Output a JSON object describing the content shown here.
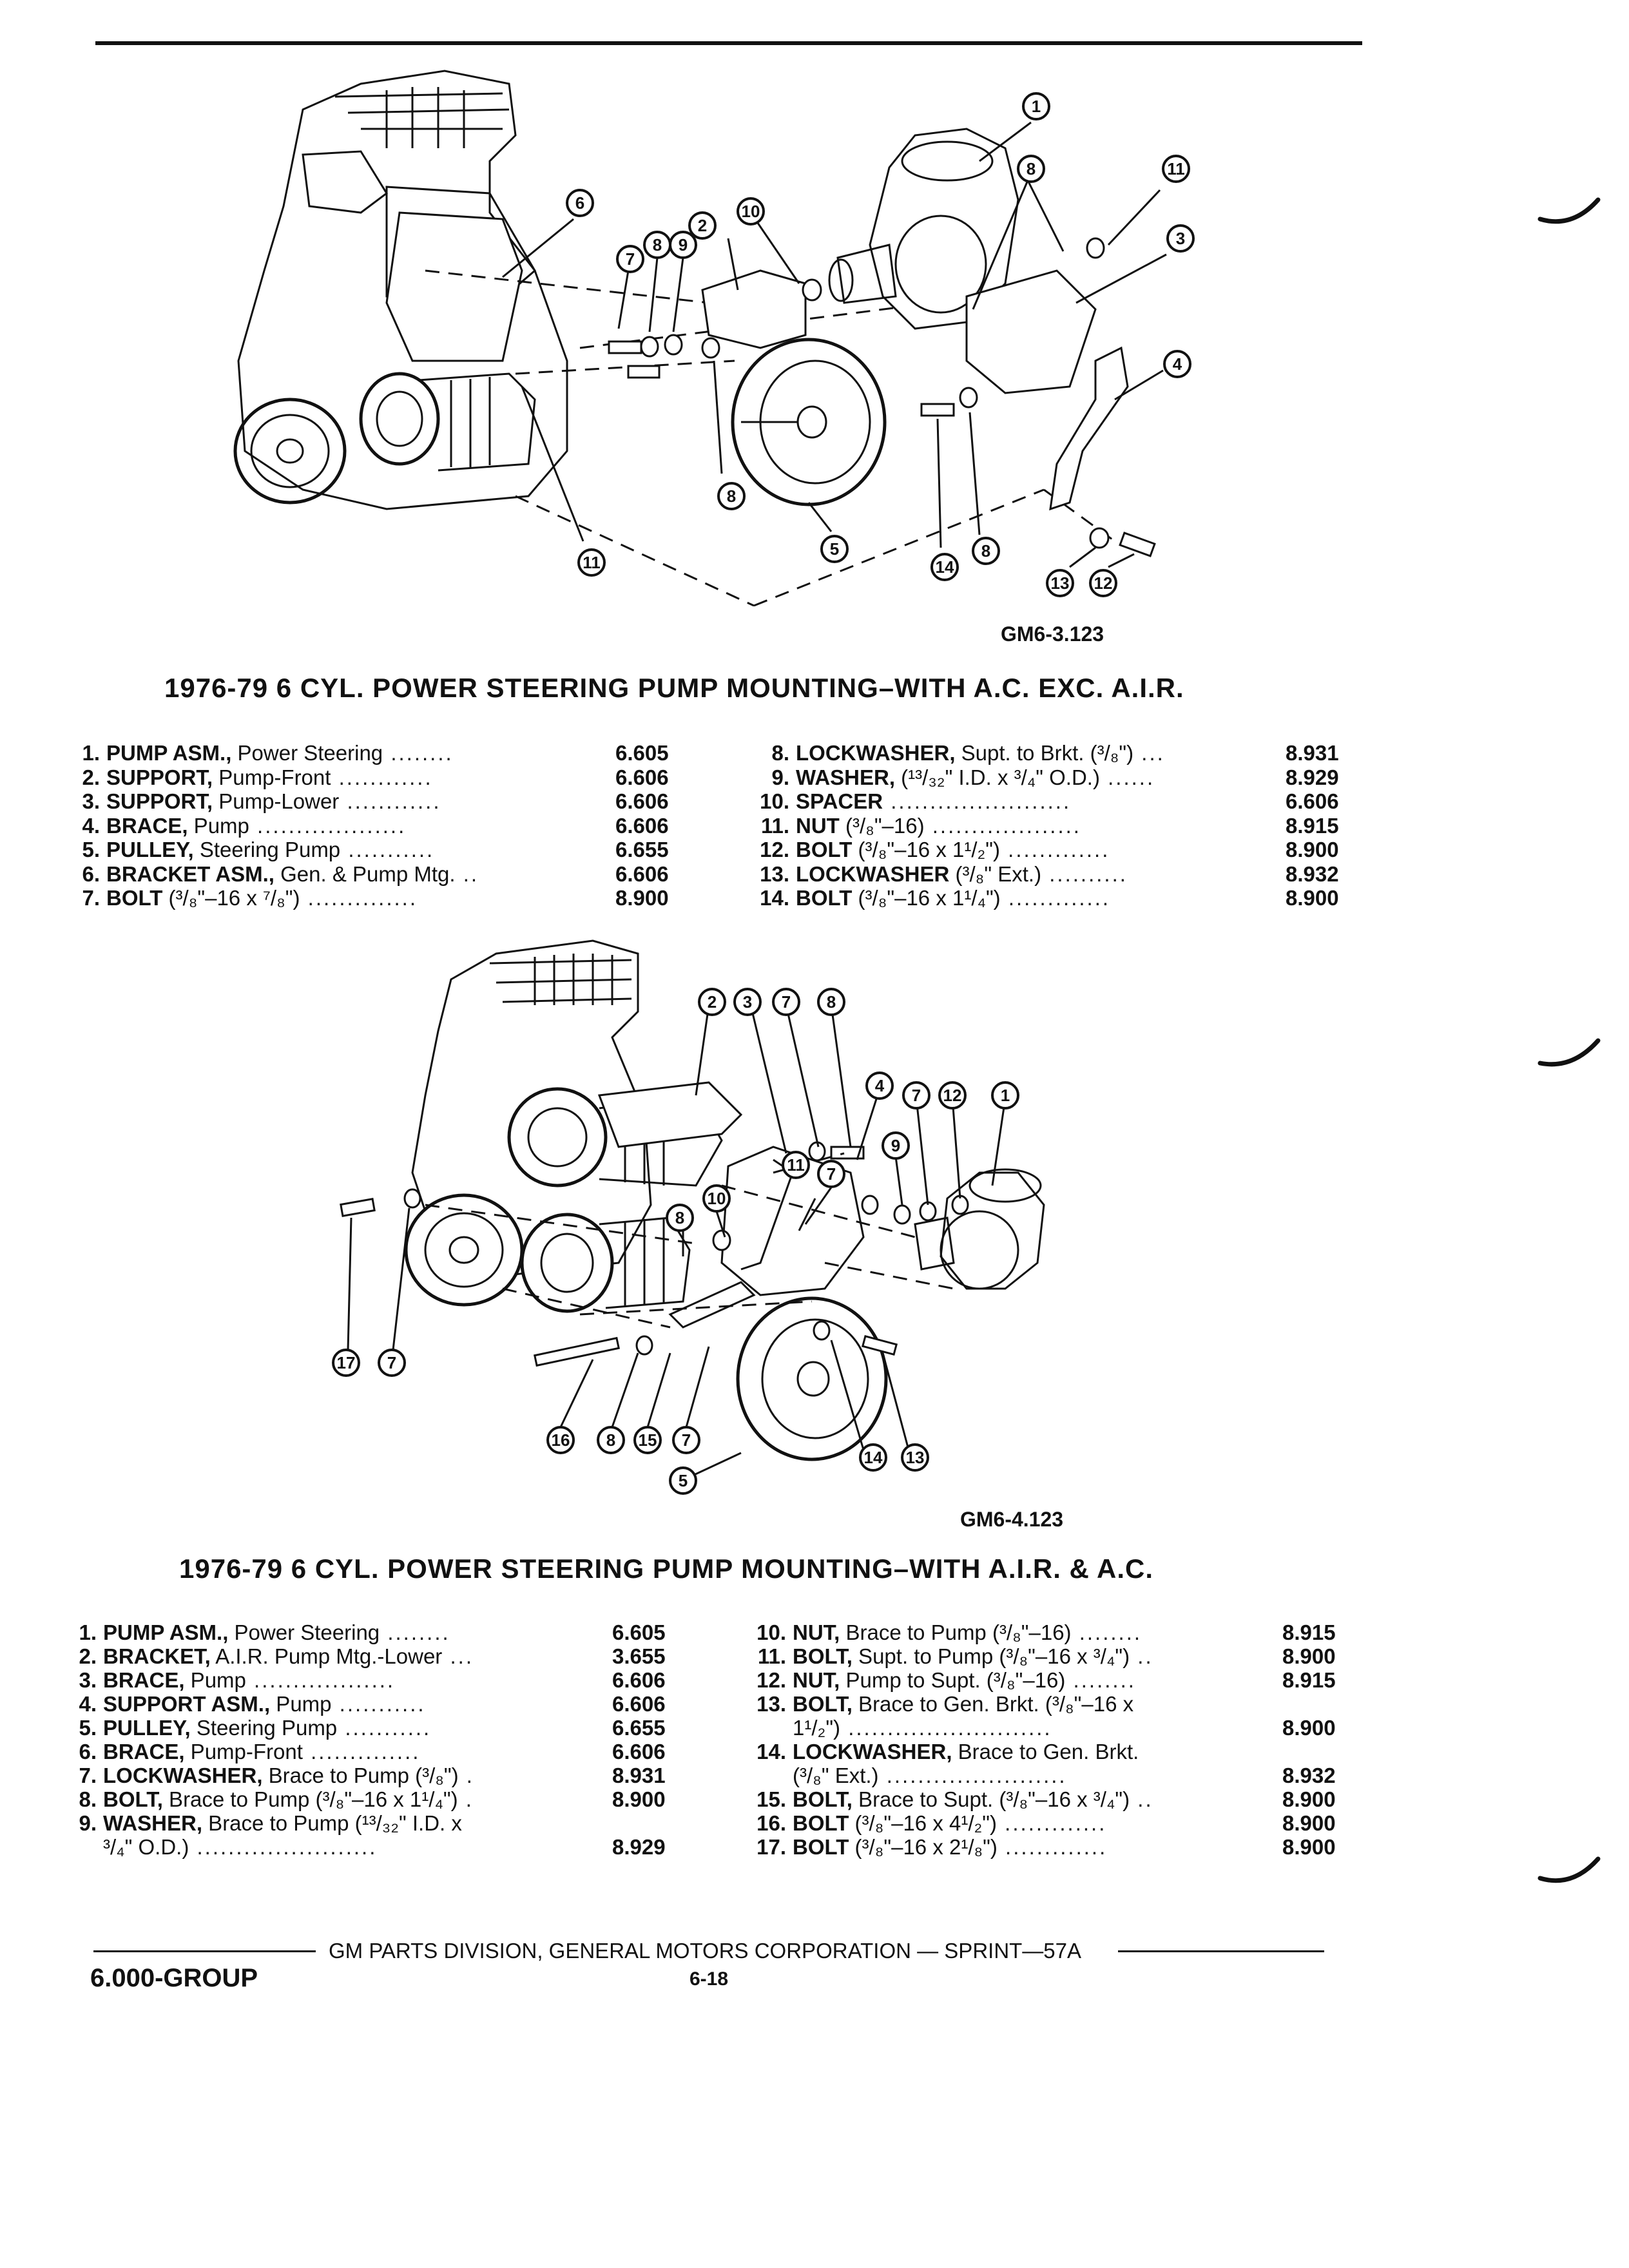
{
  "figure1": {
    "code": "GM6-3.123",
    "caption": "1976-79 6 CYL. POWER STEERING PUMP MOUNTING–WITH A.C. EXC. A.I.R.",
    "callouts": [
      "1",
      "8",
      "11",
      "6",
      "3",
      "2",
      "10",
      "7",
      "8",
      "9",
      "4",
      "8",
      "11",
      "5",
      "14",
      "8",
      "13",
      "12"
    ],
    "parts_left": [
      {
        "num": "1.",
        "bold": "PUMP ASM.,",
        "rest": " Power Steering",
        "dots": " ........",
        "group": "6.605"
      },
      {
        "num": "2.",
        "bold": "SUPPORT,",
        "rest": " Pump-Front",
        "dots": " ............",
        "group": "6.606"
      },
      {
        "num": "3.",
        "bold": "SUPPORT,",
        "rest": " Pump-Lower",
        "dots": " ............",
        "group": "6.606"
      },
      {
        "num": "4.",
        "bold": "BRACE,",
        "rest": " Pump",
        "dots": " ...................",
        "group": "6.606"
      },
      {
        "num": "5.",
        "bold": "PULLEY,",
        "rest": " Steering Pump",
        "dots": " ...........",
        "group": "6.655"
      },
      {
        "num": "6.",
        "bold": "BRACKET ASM.,",
        "rest": " Gen. & Pump Mtg.",
        "dots": " ..",
        "group": "6.606"
      },
      {
        "num": "7.",
        "bold": "BOLT",
        "rest": " (³/₈\"–16 x ⁷/₈\")",
        "dots": " ..............",
        "group": "8.900"
      }
    ],
    "parts_right": [
      {
        "num": "8.",
        "bold": "LOCKWASHER,",
        "rest": " Supt. to Brkt. (³/₈\")",
        "dots": " ...",
        "group": "8.931"
      },
      {
        "num": "9.",
        "bold": "WASHER,",
        "rest": " (¹³/₃₂\" I.D. x ³/₄\" O.D.)",
        "dots": " ......",
        "group": "8.929"
      },
      {
        "num": "10.",
        "bold": "SPACER",
        "rest": "",
        "dots": " .......................",
        "group": "6.606"
      },
      {
        "num": "11.",
        "bold": "NUT",
        "rest": " (³/₈\"–16)",
        "dots": " ...................",
        "group": "8.915"
      },
      {
        "num": "12.",
        "bold": "BOLT",
        "rest": " (³/₈\"–16 x 1¹/₂\")",
        "dots": " .............",
        "group": "8.900"
      },
      {
        "num": "13.",
        "bold": "LOCKWASHER",
        "rest": " (³/₈\" Ext.)",
        "dots": " ..........",
        "group": "8.932"
      },
      {
        "num": "14.",
        "bold": "BOLT",
        "rest": " (³/₈\"–16 x 1¹/₄\")",
        "dots": " .............",
        "group": "8.900"
      }
    ]
  },
  "figure2": {
    "code": "GM6-4.123",
    "caption": "1976-79 6 CYL. POWER STEERING PUMP MOUNTING–WITH A.I.R. & A.C.",
    "callouts": [
      "2",
      "3",
      "7",
      "8",
      "4",
      "7",
      "12",
      "1",
      "11",
      "7",
      "9",
      "10",
      "8",
      "17",
      "7",
      "16",
      "8",
      "15",
      "7",
      "14",
      "13",
      "5"
    ],
    "parts_left": [
      {
        "num": "1.",
        "bold": "PUMP ASM.,",
        "rest": " Power Steering",
        "dots": " ........",
        "group": "6.605"
      },
      {
        "num": "2.",
        "bold": "BRACKET,",
        "rest": " A.I.R. Pump Mtg.-Lower",
        "dots": " ...",
        "group": "3.655"
      },
      {
        "num": "3.",
        "bold": "BRACE,",
        "rest": " Pump",
        "dots": " ..................",
        "group": "6.606"
      },
      {
        "num": "4.",
        "bold": "SUPPORT ASM.,",
        "rest": " Pump",
        "dots": " ...........",
        "group": "6.606"
      },
      {
        "num": "5.",
        "bold": "PULLEY,",
        "rest": " Steering Pump",
        "dots": " ...........",
        "group": "6.655"
      },
      {
        "num": "6.",
        "bold": "BRACE,",
        "rest": " Pump-Front",
        "dots": " ..............",
        "group": "6.606"
      },
      {
        "num": "7.",
        "bold": "LOCKWASHER,",
        "rest": " Brace to Pump (³/₈\")",
        "dots": " .",
        "group": "8.931"
      },
      {
        "num": "8.",
        "bold": "BOLT,",
        "rest": " Brace to Pump (³/₈\"–16 x 1¹/₄\")",
        "dots": " .",
        "group": "8.900"
      },
      {
        "num": "9.",
        "bold": "WASHER,",
        "rest": " Brace to Pump (¹³/₃₂\" I.D. x",
        "dots": "",
        "group": ""
      },
      {
        "num": "",
        "bold": "",
        "rest": "³/₄\" O.D.)",
        "dots": " .......................",
        "group": "8.929"
      }
    ],
    "parts_right": [
      {
        "num": "10.",
        "bold": "NUT,",
        "rest": " Brace to Pump (³/₈\"–16)",
        "dots": " ........",
        "group": "8.915"
      },
      {
        "num": "11.",
        "bold": "BOLT,",
        "rest": " Supt. to Pump (³/₈\"–16 x ³/₄\")",
        "dots": " ..",
        "group": "8.900"
      },
      {
        "num": "12.",
        "bold": "NUT,",
        "rest": " Pump to Supt. (³/₈\"–16)",
        "dots": " ........",
        "group": "8.915"
      },
      {
        "num": "13.",
        "bold": "BOLT,",
        "rest": " Brace to Gen. Brkt. (³/₈\"–16 x",
        "dots": "",
        "group": ""
      },
      {
        "num": "",
        "bold": "",
        "rest": "1¹/₂\")",
        "dots": " ..........................",
        "group": "8.900"
      },
      {
        "num": "14.",
        "bold": "LOCKWASHER,",
        "rest": " Brace to Gen. Brkt.",
        "dots": "",
        "group": ""
      },
      {
        "num": "",
        "bold": "",
        "rest": "(³/₈\" Ext.)",
        "dots": " .......................",
        "group": "8.932"
      },
      {
        "num": "15.",
        "bold": "BOLT,",
        "rest": " Brace to Supt. (³/₈\"–16 x ³/₄\")",
        "dots": " ..",
        "group": "8.900"
      },
      {
        "num": "16.",
        "bold": "BOLT",
        "rest": " (³/₈\"–16 x 4¹/₂\")",
        "dots": " .............",
        "group": "8.900"
      },
      {
        "num": "17.",
        "bold": "BOLT",
        "rest": " (³/₈\"–16 x 2¹/₈\")",
        "dots": " .............",
        "group": "8.900"
      }
    ]
  },
  "footer": {
    "publisher": "GM PARTS DIVISION, GENERAL MOTORS CORPORATION — SPRINT—57A",
    "group": "6.000-GROUP",
    "page": "6-18"
  }
}
